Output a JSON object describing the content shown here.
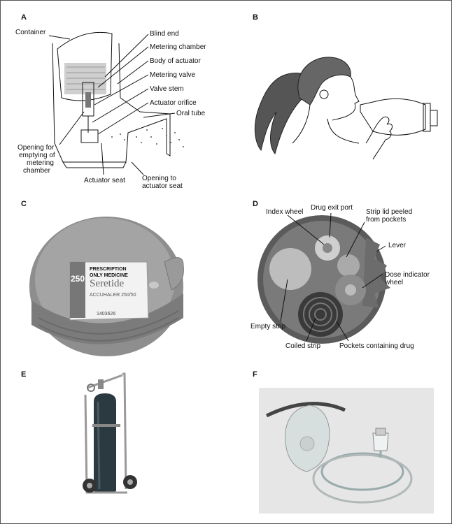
{
  "panels": {
    "a": {
      "letter": "A",
      "labels": {
        "container": "Container",
        "blind_end": "Blind end",
        "metering_chamber": "Metering chamber",
        "body_of_actuator": "Body of actuator",
        "metering_valve": "Metering valve",
        "valve_stem": "Valve stem",
        "actuator_orifice": "Actuator orifice",
        "oral_tube": "Oral tube",
        "opening_emptying_1": "Opening for",
        "opening_emptying_2": "emptying of",
        "opening_emptying_3": "metering",
        "opening_emptying_4": "chamber",
        "actuator_seat": "Actuator seat",
        "opening_seat_1": "Opening to",
        "opening_seat_2": "actuator seat"
      }
    },
    "b": {
      "letter": "B"
    },
    "c": {
      "letter": "C",
      "device_text": {
        "dose": "250",
        "rx1": "PRESCRIPTION",
        "rx2": "ONLY MEDICINE",
        "brand": "Seretide",
        "product": "ACCUHALER 250/50",
        "code": "1403626"
      }
    },
    "d": {
      "letter": "D",
      "labels": {
        "index_wheel": "Index wheel",
        "drug_exit_port": "Drug exit port",
        "strip_lid_1": "Strip lid peeled",
        "strip_lid_2": "from pockets",
        "lever": "Lever",
        "dose_indicator_1": "Dose indicator",
        "dose_indicator_2": "wheel",
        "empty_strip": "Empty strip",
        "coiled_strip": "Coiled strip",
        "pockets": "Pockets containing drug"
      }
    },
    "e": {
      "letter": "E"
    },
    "f": {
      "letter": "F"
    }
  },
  "colors": {
    "line": "#111111",
    "inhaler_grey": "#8a8a8a",
    "cylinder": "#2b3a40",
    "photo_bg": "#e6e6e6"
  }
}
